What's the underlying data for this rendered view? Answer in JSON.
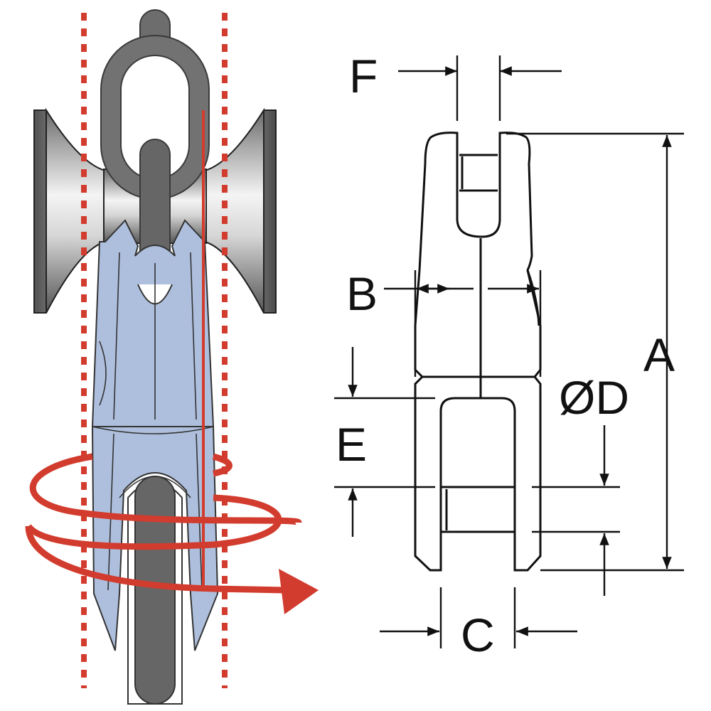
{
  "labels": {
    "a": "A",
    "b": "B",
    "c": "C",
    "d": "ØD",
    "e": "E",
    "f": "F"
  },
  "colors": {
    "chain": "#6d6d6d",
    "chain_dark": "#4a4a4a",
    "swivel_fill": "#aebfdd",
    "swivel_stroke": "#333333",
    "rotation_arrow": "#d23c2e",
    "guide_line": "#d23c2e",
    "roller_light": "#f2f2f2",
    "roller_dark": "#5c5c5c",
    "line": "#111111"
  }
}
